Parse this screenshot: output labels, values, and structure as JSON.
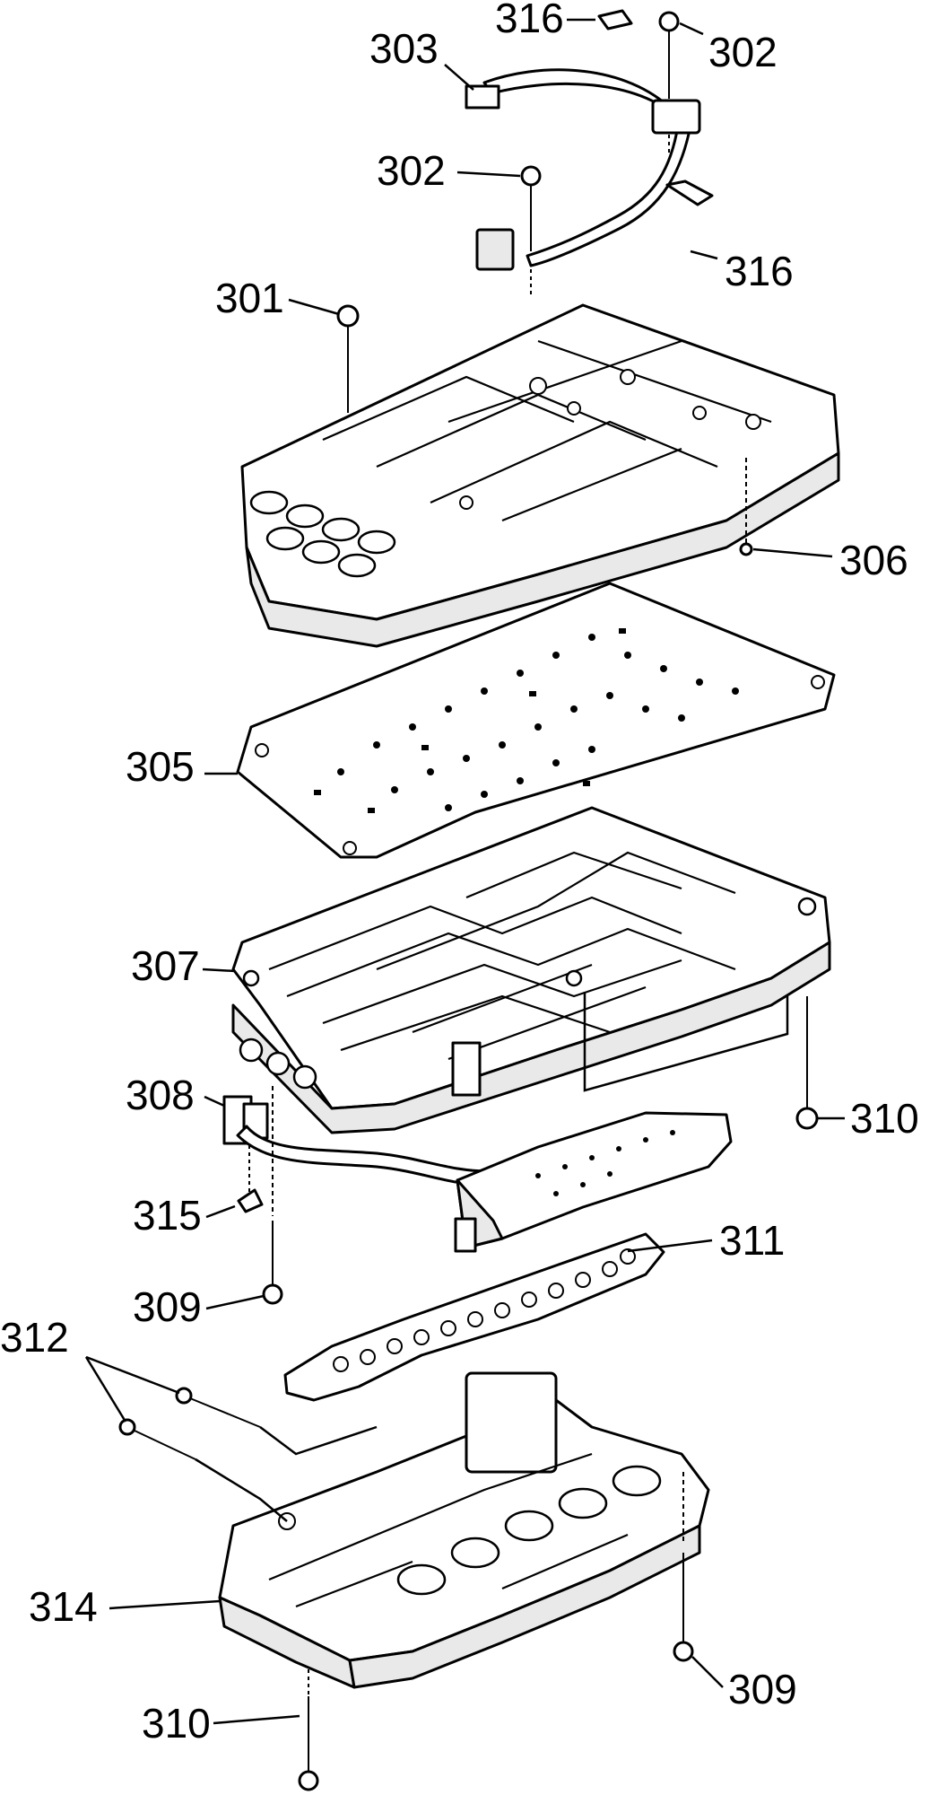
{
  "callouts": [
    {
      "id": "316a",
      "label": "316"
    },
    {
      "id": "302a",
      "label": "302"
    },
    {
      "id": "303",
      "label": "303"
    },
    {
      "id": "302b",
      "label": "302"
    },
    {
      "id": "316b",
      "label": "316"
    },
    {
      "id": "301",
      "label": "301"
    },
    {
      "id": "306",
      "label": "306"
    },
    {
      "id": "305",
      "label": "305"
    },
    {
      "id": "307",
      "label": "307"
    },
    {
      "id": "310a",
      "label": "310"
    },
    {
      "id": "308",
      "label": "308"
    },
    {
      "id": "315",
      "label": "315"
    },
    {
      "id": "311",
      "label": "311"
    },
    {
      "id": "309a",
      "label": "309"
    },
    {
      "id": "312",
      "label": "312"
    },
    {
      "id": "314",
      "label": "314"
    },
    {
      "id": "310b",
      "label": "310"
    },
    {
      "id": "309b",
      "label": "309"
    }
  ]
}
